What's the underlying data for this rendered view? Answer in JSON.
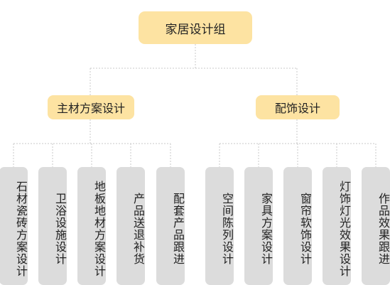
{
  "root": {
    "label": "家居设计组"
  },
  "branches": [
    {
      "label": "主材方案设计",
      "children": [
        "石材瓷砖方案设计",
        "卫浴设施设计",
        "地板地材方案设计",
        "产品送退补货",
        "配套产品跟进"
      ]
    },
    {
      "label": "配饰设计",
      "children": [
        "空间陈列设计",
        "家具方案设计",
        "窗帘软饰设计",
        "灯饰灯光效果设计",
        "作品效果跟进"
      ]
    }
  ],
  "colors": {
    "top_nodes": "#fde3a2",
    "leaf_nodes": "#dcdcdc",
    "connector": "#c8c8c8"
  }
}
